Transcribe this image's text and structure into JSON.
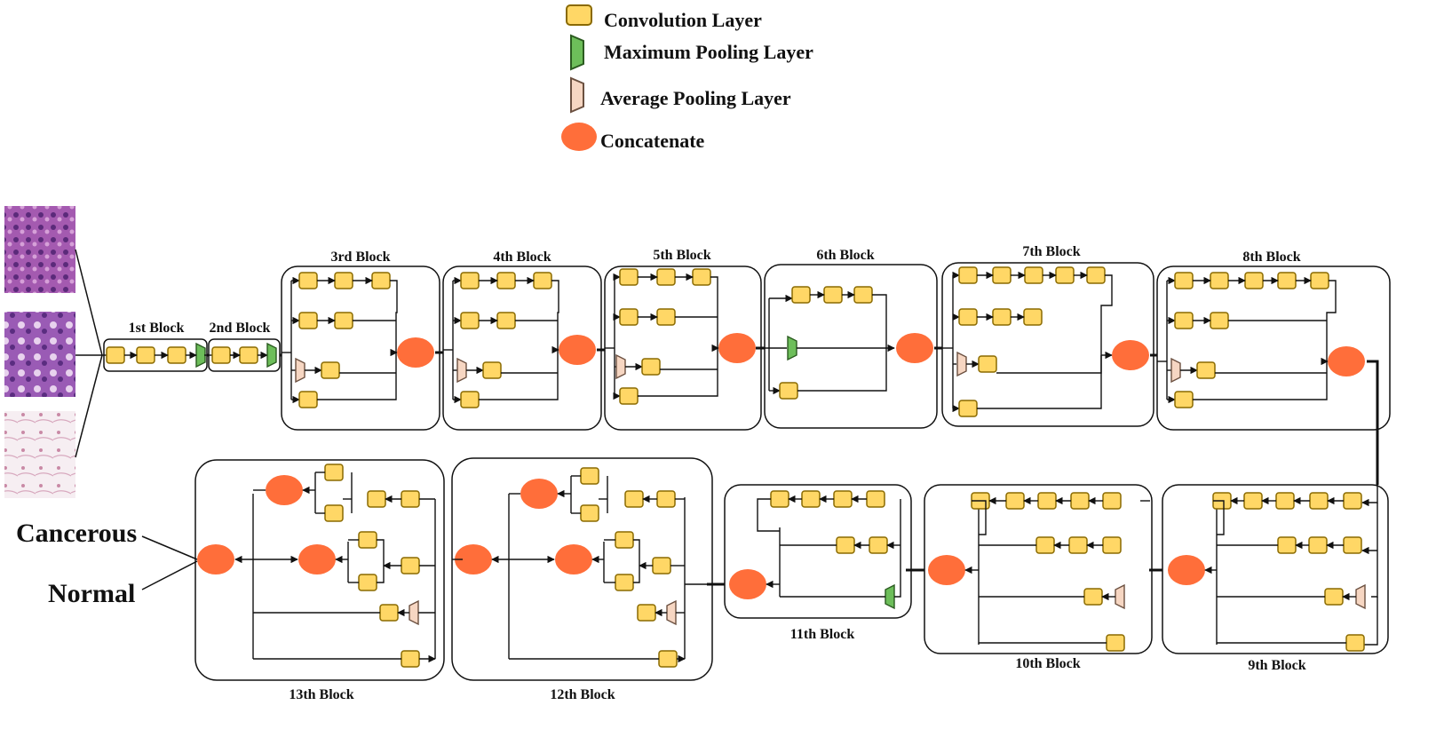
{
  "legend": {
    "conv": "Convolution Layer",
    "maxpool": "Maximum Pooling Layer",
    "avgpool": "Average Pooling Layer",
    "concat": "Concatenate"
  },
  "outputs": {
    "cancerous": "Cancerous",
    "normal": "Normal"
  },
  "blocks": {
    "b1": "1st Block",
    "b2": "2nd Block",
    "b3": "3rd Block",
    "b4": "4th Block",
    "b5": "5th Block",
    "b6": "6th Block",
    "b7": "7th Block",
    "b8": "8th Block",
    "b9": "9th Block",
    "b10": "10th Block",
    "b11": "11th Block",
    "b12": "12th Block",
    "b13": "13th Block"
  },
  "colors": {
    "conv_fill": "#FFD766",
    "conv_stroke": "#8A6A00",
    "maxpool_fill": "#6DBE5A",
    "avgpool_fill": "#F6D6C2",
    "concat_fill": "#FF6E3A",
    "line": "#111111"
  },
  "input_images": [
    "histology-purple-dense",
    "histology-purple-glandular",
    "histology-pale-stroma"
  ]
}
